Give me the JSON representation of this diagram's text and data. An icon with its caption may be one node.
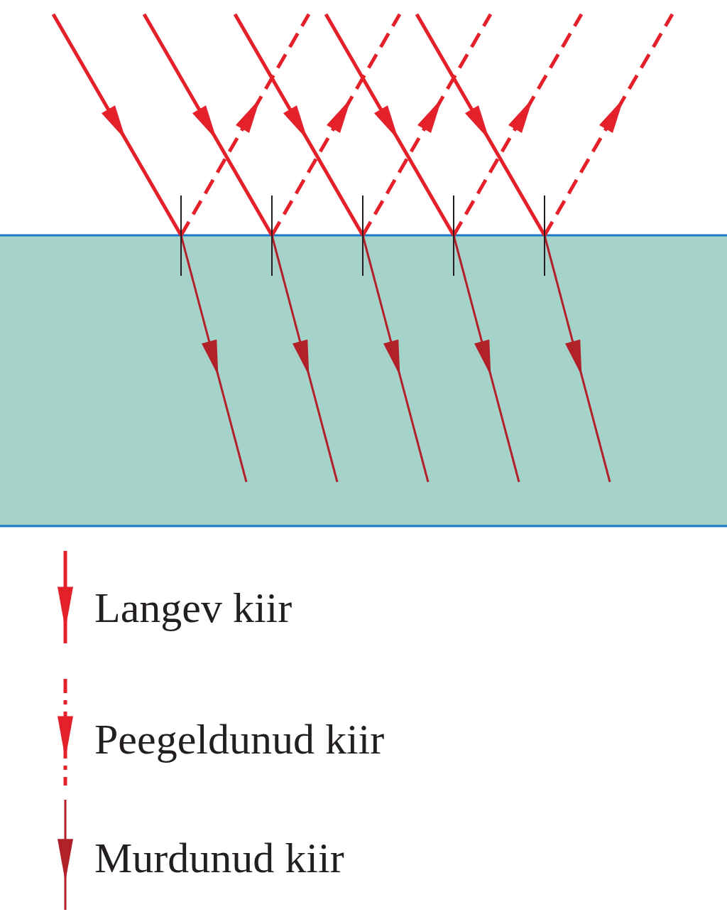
{
  "diagram": {
    "legend": [
      {
        "text": "Langev kiir"
      },
      {
        "text": "Peegeldunud kiir"
      },
      {
        "text": "Murdunud kiir"
      }
    ]
  }
}
